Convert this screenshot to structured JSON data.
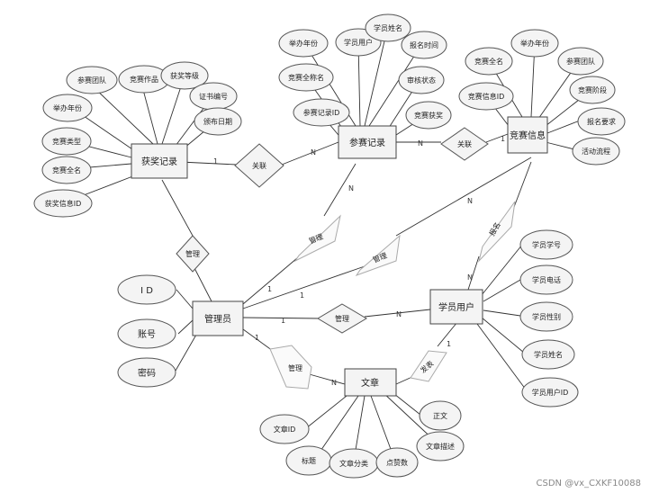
{
  "entities": {
    "award": "获奖记录",
    "entry": "参赛记录",
    "contest": "竞赛信息",
    "admin": "管理员",
    "student": "学员用户",
    "article": "文章"
  },
  "attributes": {
    "award": [
      "参赛团队",
      "竞赛作品",
      "获奖等级",
      "举办年份",
      "证书编号",
      "颁布日期",
      "竞赛类型",
      "竞赛全名",
      "获奖信息ID"
    ],
    "entry": [
      "举办年份",
      "学员用户",
      "学员姓名",
      "报名时间",
      "竞赛全称名",
      "审核状态",
      "参赛记录ID",
      "竞赛获奖"
    ],
    "contest": [
      "竞赛全名",
      "举办年份",
      "参赛团队",
      "竞赛阶段",
      "竞赛信息ID",
      "报名要求",
      "活动流程"
    ],
    "admin": [
      "I D",
      "账号",
      "密码"
    ],
    "student": [
      "学员学号",
      "学员电话",
      "学员性别",
      "学员姓名",
      "学员用户ID"
    ],
    "article": [
      "文章ID",
      "标题",
      "文章分类",
      "点赞数",
      "文章描述",
      "正文"
    ]
  },
  "relationships": {
    "award_entry": "关联",
    "entry_contest": "关联",
    "admin_award": "管理",
    "admin_entry": "管理",
    "admin_contest": "管理",
    "admin_student": "管理",
    "admin_article": "管理",
    "student_contest": "报名",
    "student_article": "发表"
  },
  "cardinality": {
    "one": "1",
    "many": "N"
  },
  "watermark": "CSDN @vx_CXKF10088",
  "colors": {
    "line": "#333333",
    "fill": "#f4f4f4",
    "faded": "#aaaaaa"
  }
}
